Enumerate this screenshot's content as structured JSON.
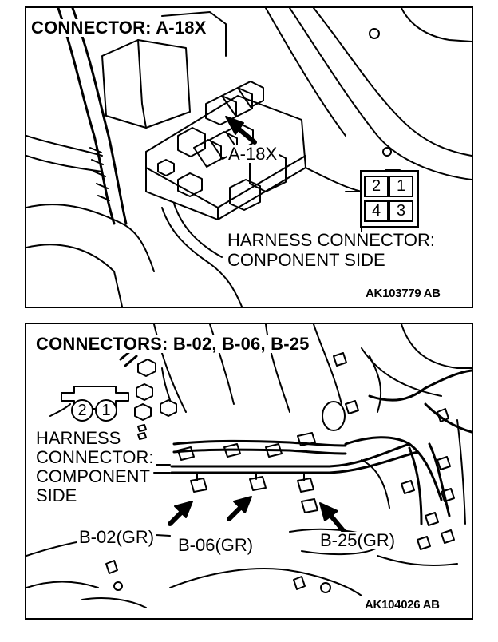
{
  "top": {
    "title": "CONNECTOR: A-18X",
    "pointer_label": "A-18X",
    "pins": [
      "2",
      "1",
      "4",
      "3"
    ],
    "side_label_line1": "HARNESS CONNECTOR:",
    "side_label_line2": "CONPONENT SIDE",
    "code": "AK103779 AB"
  },
  "bottom": {
    "title": "CONNECTORS: B-02, B-06, B-25",
    "pins": [
      "2",
      "1"
    ],
    "side_label_lines": [
      "HARNESS",
      "CONNECTOR:",
      "COMPONENT",
      "SIDE"
    ],
    "connectors": [
      "B-02(GR)",
      "B-06(GR)",
      "B-25(GR)"
    ],
    "code": "AK104026 AB"
  }
}
